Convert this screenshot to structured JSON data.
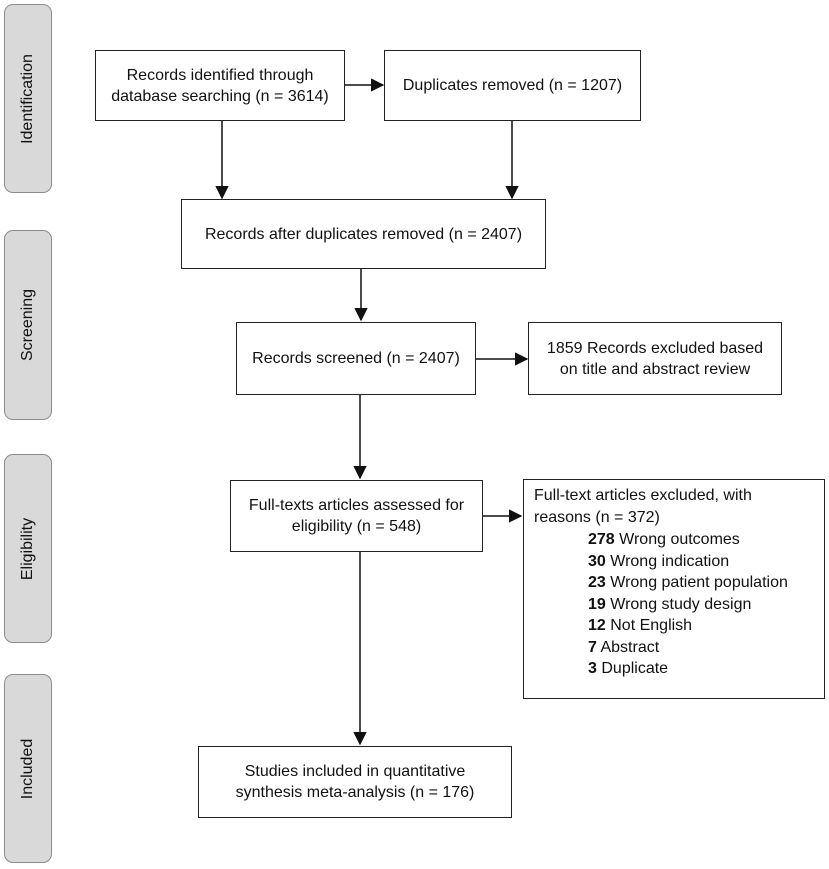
{
  "stages": [
    {
      "id": "identification",
      "label": "Identification"
    },
    {
      "id": "screening",
      "label": "Screening"
    },
    {
      "id": "eligibility",
      "label": "Eligibility"
    },
    {
      "id": "included",
      "label": "Included"
    }
  ],
  "boxes": {
    "identified": {
      "lines": [
        "Records identified through",
        "database searching (n = 3614)"
      ]
    },
    "duplicates": {
      "lines": [
        "Duplicates removed (n = 1207)"
      ]
    },
    "after_duplicates": {
      "lines": [
        "Records after duplicates removed (n = 2407)"
      ]
    },
    "screened": {
      "lines": [
        "Records screened (n = 2407)"
      ]
    },
    "excluded_screening": {
      "lines": [
        "1859 Records excluded based",
        "on title and abstract review"
      ]
    },
    "fulltext_assessed": {
      "lines": [
        "Full-texts articles assessed for",
        "eligibility (n = 548)"
      ]
    },
    "included": {
      "lines": [
        "Studies included in quantitative",
        "synthesis meta-analysis (n = 176)"
      ]
    }
  },
  "fulltext_excluded": {
    "header": [
      "Full-text articles excluded, with",
      "reasons (n = 372)"
    ],
    "reasons": [
      {
        "count": "278",
        "label": "Wrong outcomes"
      },
      {
        "count": "30",
        "label": "Wrong indication"
      },
      {
        "count": "23",
        "label": "Wrong patient population"
      },
      {
        "count": "19",
        "label": "Wrong study design"
      },
      {
        "count": "12",
        "label": "Not English"
      },
      {
        "count": "7",
        "label": "Abstract"
      },
      {
        "count": "3",
        "label": "Duplicate"
      }
    ]
  }
}
